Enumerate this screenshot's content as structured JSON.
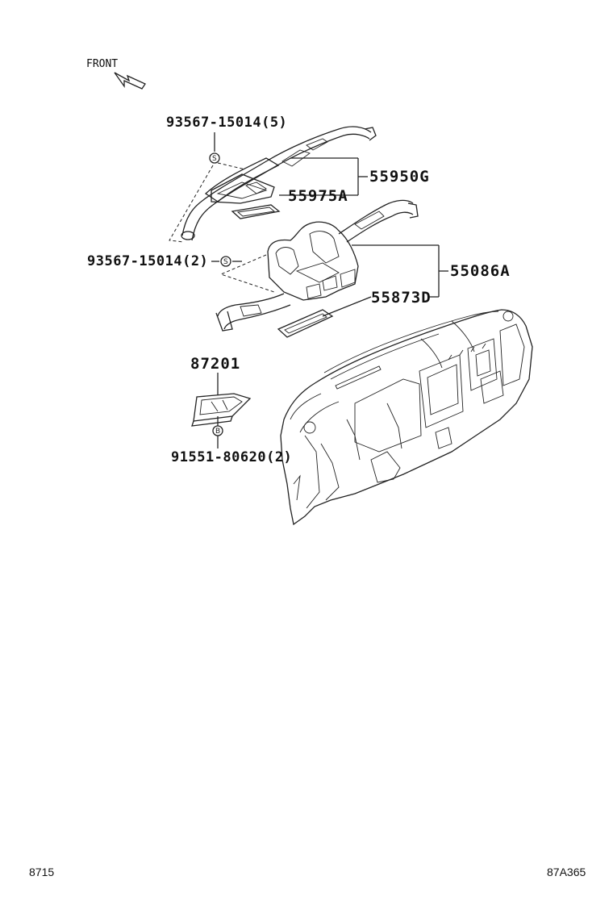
{
  "orientation": {
    "label": "FRONT",
    "icon": "front-arrow-icon"
  },
  "callouts": {
    "bolt_top": "93567-15014(5)",
    "duct_side": "55950G",
    "seal_top": "55975A",
    "bolt_mid": "93567-15014(2)",
    "duct_center": "55086A",
    "seal_mid": "55873D",
    "bracket": "87201",
    "bolt_lower": "91551-80620(2)"
  },
  "symbols": {
    "screw_s": "S",
    "bolt_b": "B"
  },
  "footer": {
    "left_code": "8715",
    "right_code": "87A365"
  }
}
